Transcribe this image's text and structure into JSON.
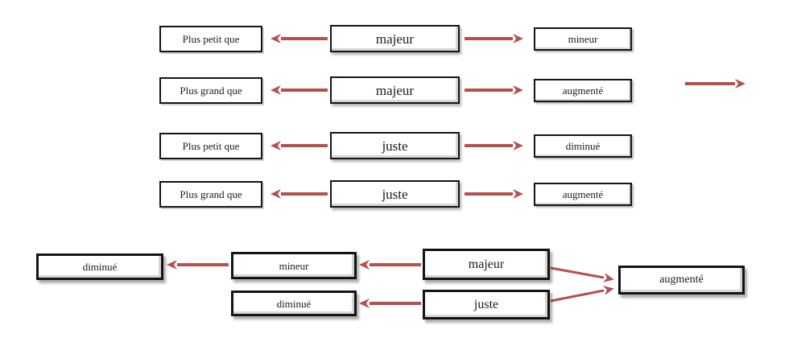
{
  "colors": {
    "arrow": "#b5504e",
    "box_border": "#141414",
    "box_bg": "#ffffff",
    "bevel": "#d6d6d6"
  },
  "top": {
    "rows": [
      {
        "left": "Plus petit que",
        "center": "majeur",
        "right": "mineur"
      },
      {
        "left": "Plus grand que",
        "center": "majeur",
        "right": "augmenté"
      },
      {
        "left": "Plus petit que",
        "center": "juste",
        "right": "diminué"
      },
      {
        "left": "Plus grand que",
        "center": "juste",
        "right": "augmenté"
      }
    ]
  },
  "bottom": {
    "diminue_left": "diminué",
    "mineur": "mineur",
    "diminue_mid": "diminué",
    "majeur": "majeur",
    "juste": "juste",
    "augmente": "augmenté"
  },
  "arrows": [
    {
      "id": "r1-left",
      "from": "majeur",
      "to": "Plus petit que",
      "direction": "left"
    },
    {
      "id": "r1-right",
      "from": "majeur",
      "to": "mineur",
      "direction": "right"
    },
    {
      "id": "r2-left",
      "from": "majeur",
      "to": "Plus grand que",
      "direction": "left"
    },
    {
      "id": "r2-right",
      "from": "majeur",
      "to": "augmenté",
      "direction": "right"
    },
    {
      "id": "r2-far",
      "from": "",
      "to": "",
      "direction": "right"
    },
    {
      "id": "r3-left",
      "from": "juste",
      "to": "Plus petit que",
      "direction": "left"
    },
    {
      "id": "r3-right",
      "from": "juste",
      "to": "diminué",
      "direction": "right"
    },
    {
      "id": "r4-left",
      "from": "juste",
      "to": "Plus grand que",
      "direction": "left"
    },
    {
      "id": "r4-right",
      "from": "juste",
      "to": "augmenté",
      "direction": "right"
    },
    {
      "id": "b-mineur-diminue",
      "from": "mineur",
      "to": "diminué",
      "direction": "left"
    },
    {
      "id": "b-majeur-mineur",
      "from": "majeur",
      "to": "mineur",
      "direction": "left"
    },
    {
      "id": "b-juste-diminue",
      "from": "juste",
      "to": "diminué",
      "direction": "left"
    },
    {
      "id": "b-majeur-augmente",
      "from": "majeur",
      "to": "augmenté",
      "direction": "down-right"
    },
    {
      "id": "b-juste-augmente",
      "from": "juste",
      "to": "augmenté",
      "direction": "up-right"
    }
  ]
}
